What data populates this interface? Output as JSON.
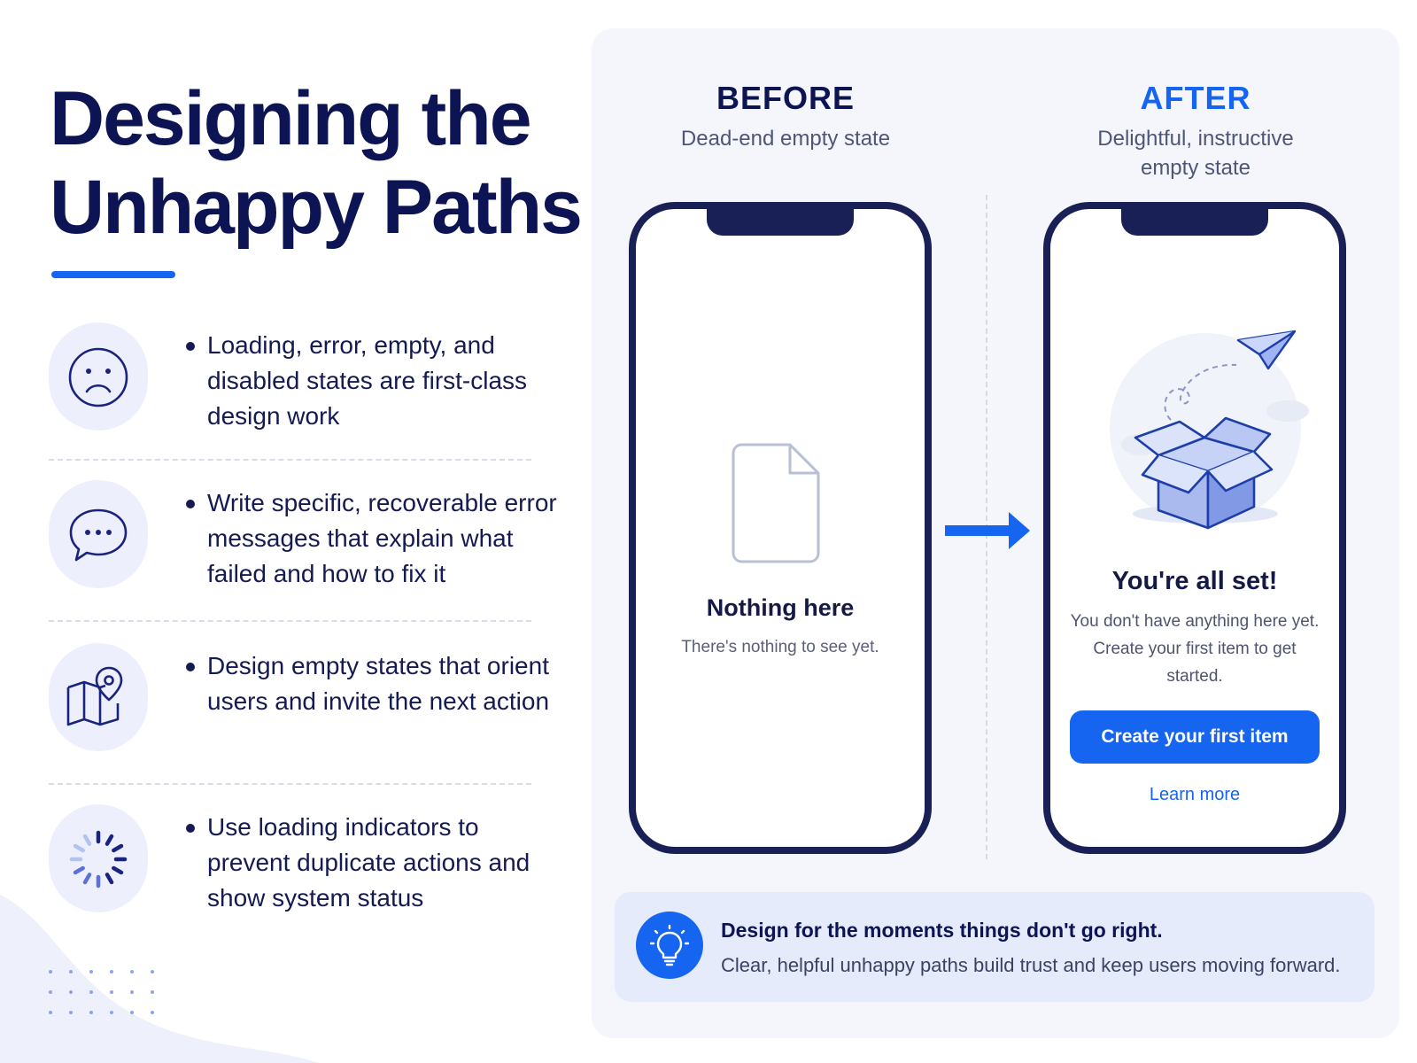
{
  "title": {
    "line1": "Designing the",
    "line2": "Unhappy Paths"
  },
  "bullets": [
    {
      "icon": "sad-face-icon",
      "text": "Loading, error, empty, and disabled states are first-class design work"
    },
    {
      "icon": "chat-bubble-icon",
      "text": "Write specific, recoverable error messages that explain what failed and how to fix it"
    },
    {
      "icon": "map-pin-icon",
      "text": "Design empty states that orient users and invite the next action"
    },
    {
      "icon": "loading-spinner-icon",
      "text": "Use loading indicators to prevent duplicate actions and show system status"
    }
  ],
  "before": {
    "label": "BEFORE",
    "subtitle": "Dead-end empty state",
    "icon": "blank-file-icon",
    "screen_title": "Nothing here",
    "screen_subtitle": "There's nothing to see yet."
  },
  "after": {
    "label": "AFTER",
    "subtitle": "Delightful, instructive empty state",
    "icon": "open-box-illustration",
    "screen_title": "You're all set!",
    "screen_subtitle": "You don't have anything here yet. Create your first item to get started.",
    "button_label": "Create your first item",
    "link_label": "Learn more"
  },
  "tip": {
    "icon": "lightbulb-icon",
    "title": "Design for the moments things don't go right.",
    "subtitle": "Clear, helpful unhappy paths build trust and keep users moving forward."
  },
  "colors": {
    "accent": "#1565f0",
    "navy": "#0c1454",
    "panel": "#f4f6fc"
  }
}
